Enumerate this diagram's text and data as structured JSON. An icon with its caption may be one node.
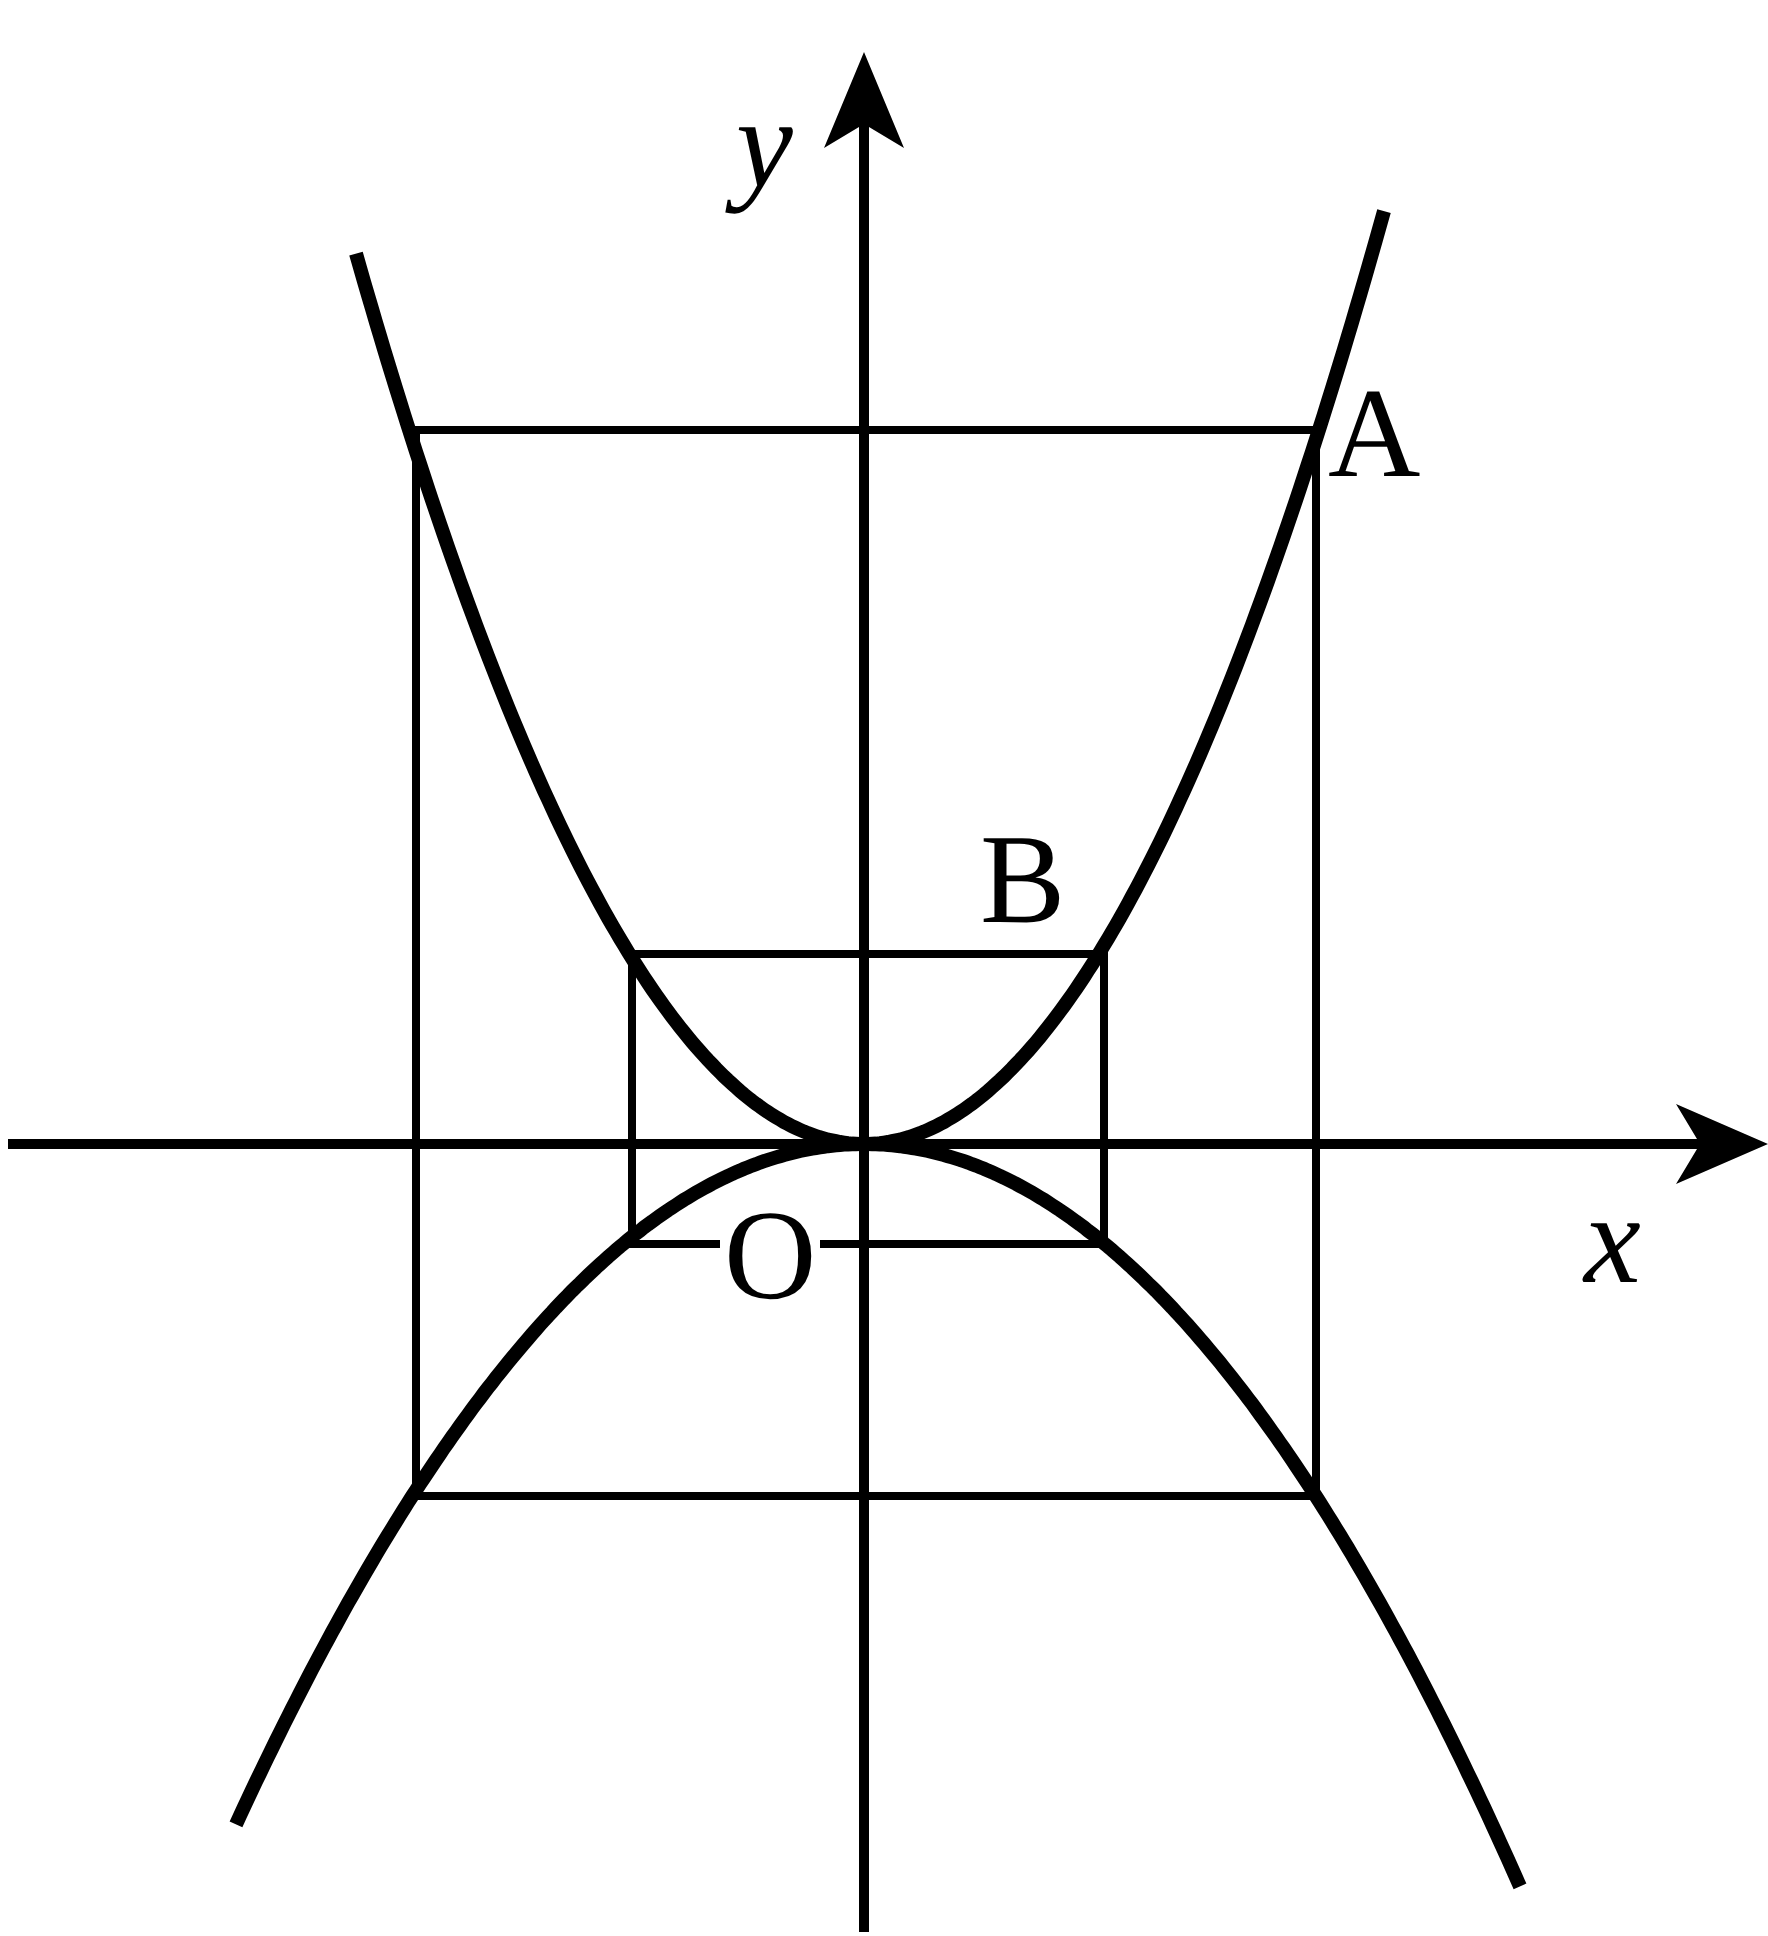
{
  "diagram": {
    "labels": [
      "y",
      "A",
      "B",
      "x",
      "O"
    ]
  }
}
